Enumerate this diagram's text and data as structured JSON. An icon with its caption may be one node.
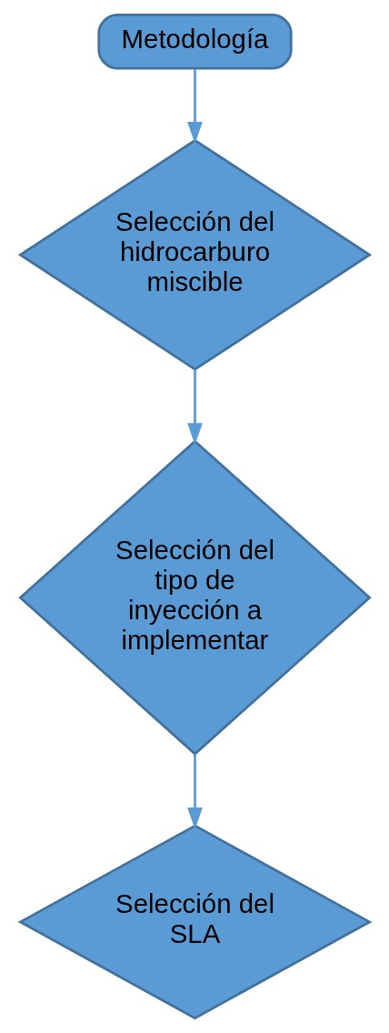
{
  "diagram": {
    "nodes": [
      {
        "text": [
          "Metodología"
        ]
      },
      {
        "text": [
          "Selección del hidrocarburo miscible"
        ]
      },
      {
        "text": [
          "Selección del tipo de inyección a implementar"
        ]
      },
      {
        "text": [
          "Selección del SLA"
        ]
      }
    ],
    "edges": [
      {
        "from": 0,
        "to": 1,
        "arrow": "to"
      },
      {
        "from": 1,
        "to": 2,
        "arrow": "to"
      },
      {
        "from": 2,
        "to": 3,
        "arrow": "to"
      }
    ]
  }
}
